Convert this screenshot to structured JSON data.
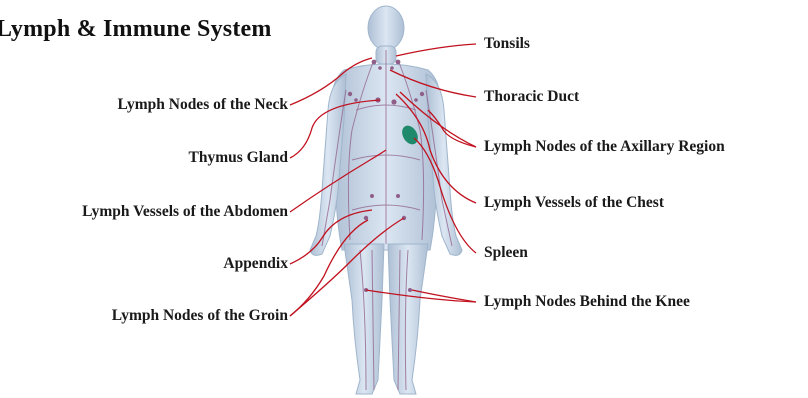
{
  "title": "Lymph & Immune System",
  "colors": {
    "leader_line": "#c1121f",
    "body_fill": "#c9d9ea",
    "body_edge": "#9fb5cc",
    "vessel_color": "#8f5f8a",
    "spleen_color": "#1f8a6b"
  },
  "labels": {
    "left": [
      "Lymph Nodes of the Neck",
      "Thymus Gland",
      "Lymph Vessels of the Abdomen",
      "Appendix",
      "Lymph Nodes of the Groin"
    ],
    "right": [
      "Tonsils",
      "Thoracic Duct",
      "Lymph Nodes of the Axillary Region",
      "Lymph Vessels of the Chest",
      "Spleen",
      "Lymph Nodes Behind the Knee"
    ]
  }
}
